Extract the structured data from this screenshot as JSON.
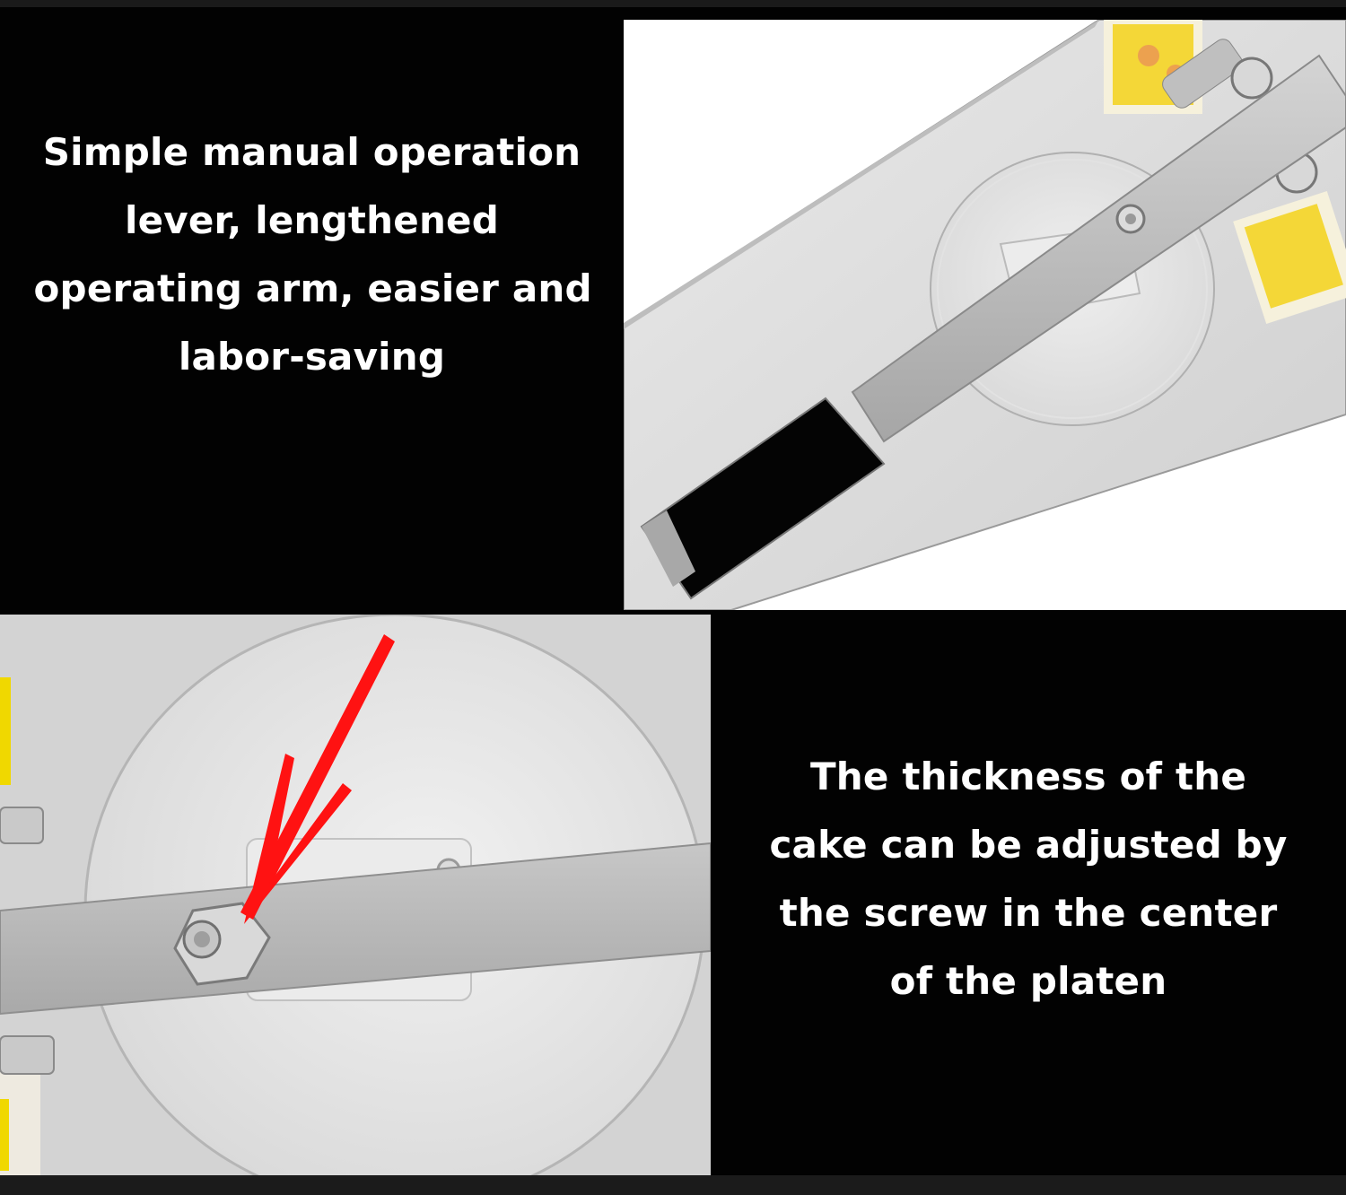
{
  "panels": {
    "top": {
      "caption_lines": [
        "Simple manual operation",
        "lever, lengthened",
        "operating arm, easier and",
        "labor-saving"
      ]
    },
    "bottom": {
      "caption_lines": [
        "The thickness of the",
        "cake can be adjusted by",
        "the screw in the center",
        "of the platen"
      ]
    }
  },
  "colors": {
    "background": "#020202",
    "text": "#ffffff",
    "arrow": "#ff1010",
    "steel": "#c9c9c9",
    "handle": "#050505",
    "warning_label": "#f2d000"
  }
}
